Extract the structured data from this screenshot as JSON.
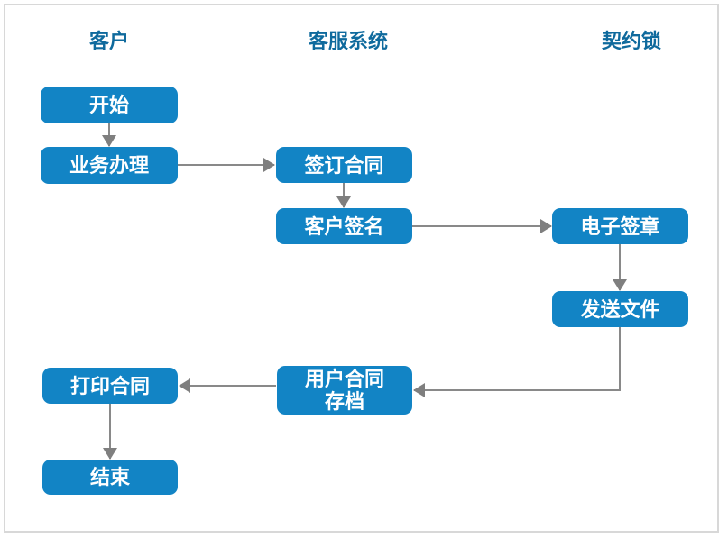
{
  "diagram": {
    "title": "contract-signing-flowchart",
    "lanes": [
      {
        "label": "客户"
      },
      {
        "label": "客服系统"
      },
      {
        "label": "契约锁"
      }
    ],
    "nodes": [
      {
        "id": "start",
        "label": "开始"
      },
      {
        "id": "business-handling",
        "label": "业务办理"
      },
      {
        "id": "sign-contract",
        "label": "签订合同"
      },
      {
        "id": "customer-signature",
        "label": "客户签名"
      },
      {
        "id": "electronic-seal",
        "label": "电子签章"
      },
      {
        "id": "send-file",
        "label": "发送文件"
      },
      {
        "id": "user-contract-archive",
        "label": "用户合同\n存档"
      },
      {
        "id": "print-contract",
        "label": "打印合同"
      },
      {
        "id": "end",
        "label": "结束"
      }
    ],
    "edges": [
      {
        "from": "start",
        "to": "business-handling"
      },
      {
        "from": "business-handling",
        "to": "sign-contract"
      },
      {
        "from": "sign-contract",
        "to": "customer-signature"
      },
      {
        "from": "customer-signature",
        "to": "electronic-seal"
      },
      {
        "from": "electronic-seal",
        "to": "send-file"
      },
      {
        "from": "send-file",
        "to": "user-contract-archive"
      },
      {
        "from": "user-contract-archive",
        "to": "print-contract"
      },
      {
        "from": "print-contract",
        "to": "end"
      }
    ],
    "colors": {
      "node_fill": "#1284c5",
      "node_text": "#ffffff",
      "lane_label": "#0f6a9d",
      "arrow": "#898989",
      "arrowhead": "#7f7f7f",
      "frame_border": "#d8d8d8",
      "background": "#ffffff"
    }
  }
}
